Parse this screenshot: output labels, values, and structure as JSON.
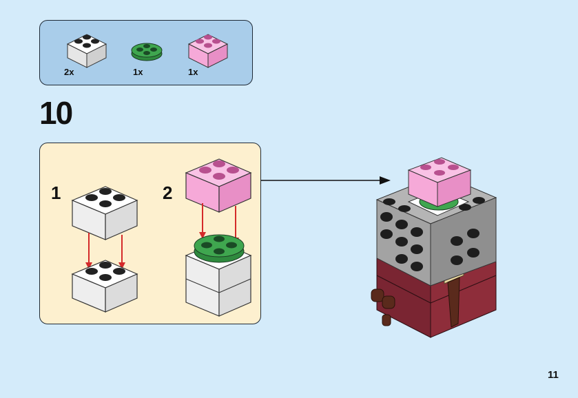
{
  "step": {
    "number": "10"
  },
  "parts_list": [
    {
      "name": "white-2x2-brick",
      "qty": "2x",
      "color": "#ffffff"
    },
    {
      "name": "green-round-plate",
      "qty": "1x",
      "color": "#3fa64f"
    },
    {
      "name": "pink-2x2-brick",
      "qty": "1x",
      "color": "#f6a9d8"
    }
  ],
  "substeps": [
    {
      "label": "1"
    },
    {
      "label": "2"
    }
  ],
  "page": {
    "number": "11"
  },
  "colors": {
    "background": "#d4ebfa",
    "parts_box": "#a9cdea",
    "substep_box": "#fdf0cf",
    "arrow_red": "#d42a2a",
    "pink": "#f6a9d8",
    "green": "#3fa64f",
    "gray": "#a3a3a3",
    "maroon": "#7a2532",
    "brown": "#5a2a1c"
  }
}
